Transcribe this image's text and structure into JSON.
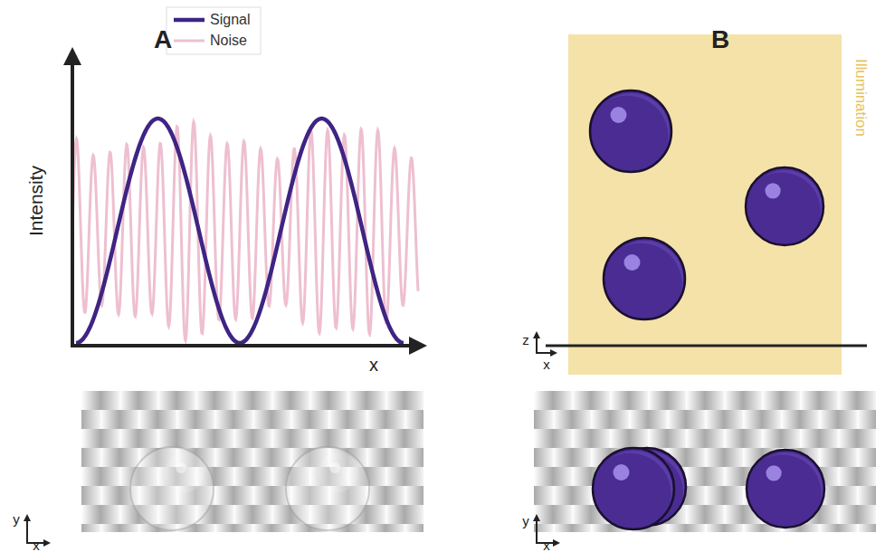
{
  "diagram": {
    "labels": [
      "A",
      "Intensity",
      "x",
      "y",
      "x",
      "B",
      "Illumination",
      "z",
      "x",
      "y",
      "x"
    ],
    "legend": [
      {
        "text": "Signal"
      },
      {
        "text": "Noise"
      }
    ]
  }
}
